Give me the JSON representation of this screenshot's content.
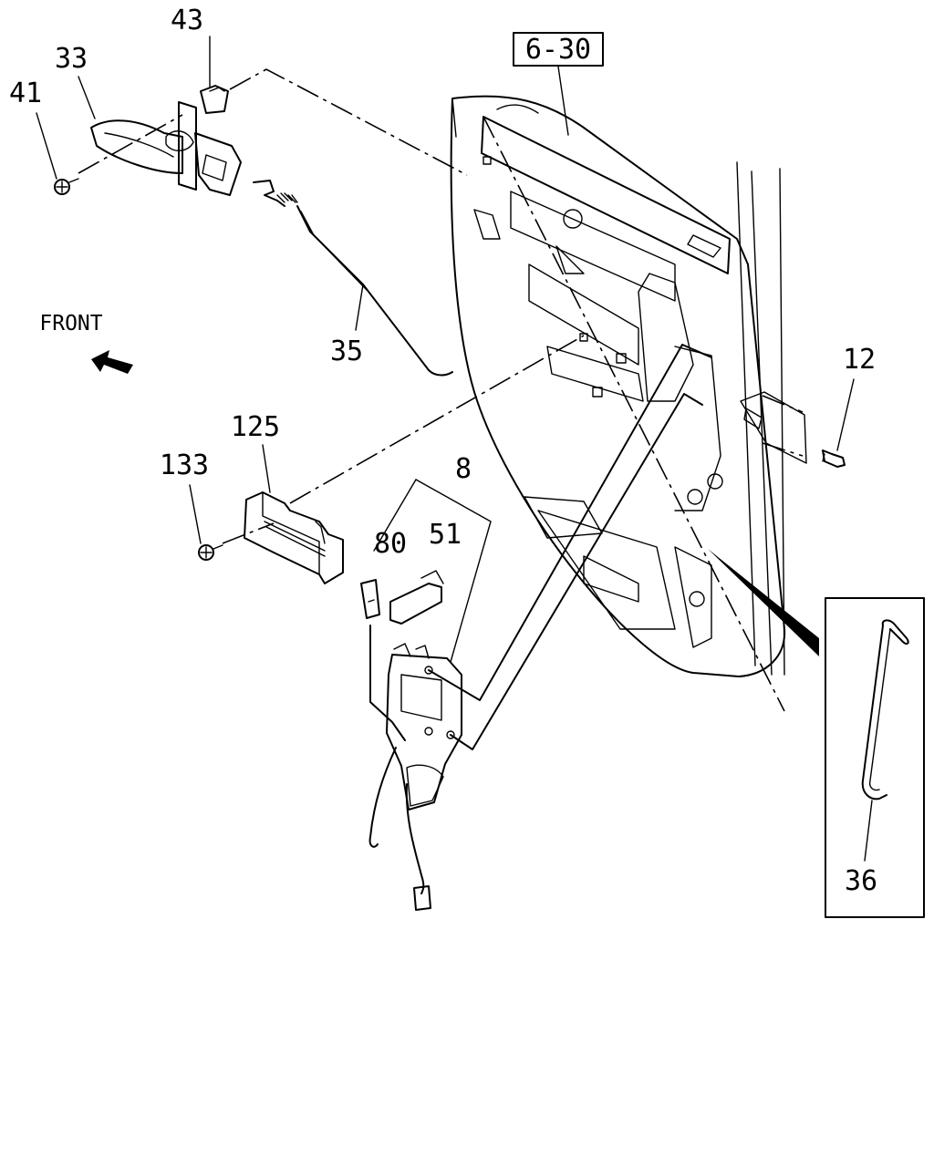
{
  "diagram": {
    "front_label": "FRONT",
    "reference_box": "6-30",
    "callouts": {
      "p43": "43",
      "p33": "33",
      "p41": "41",
      "p35": "35",
      "p125": "125",
      "p133": "133",
      "p8": "8",
      "p80": "80",
      "p51": "51",
      "p12": "12",
      "p36": "36"
    }
  }
}
